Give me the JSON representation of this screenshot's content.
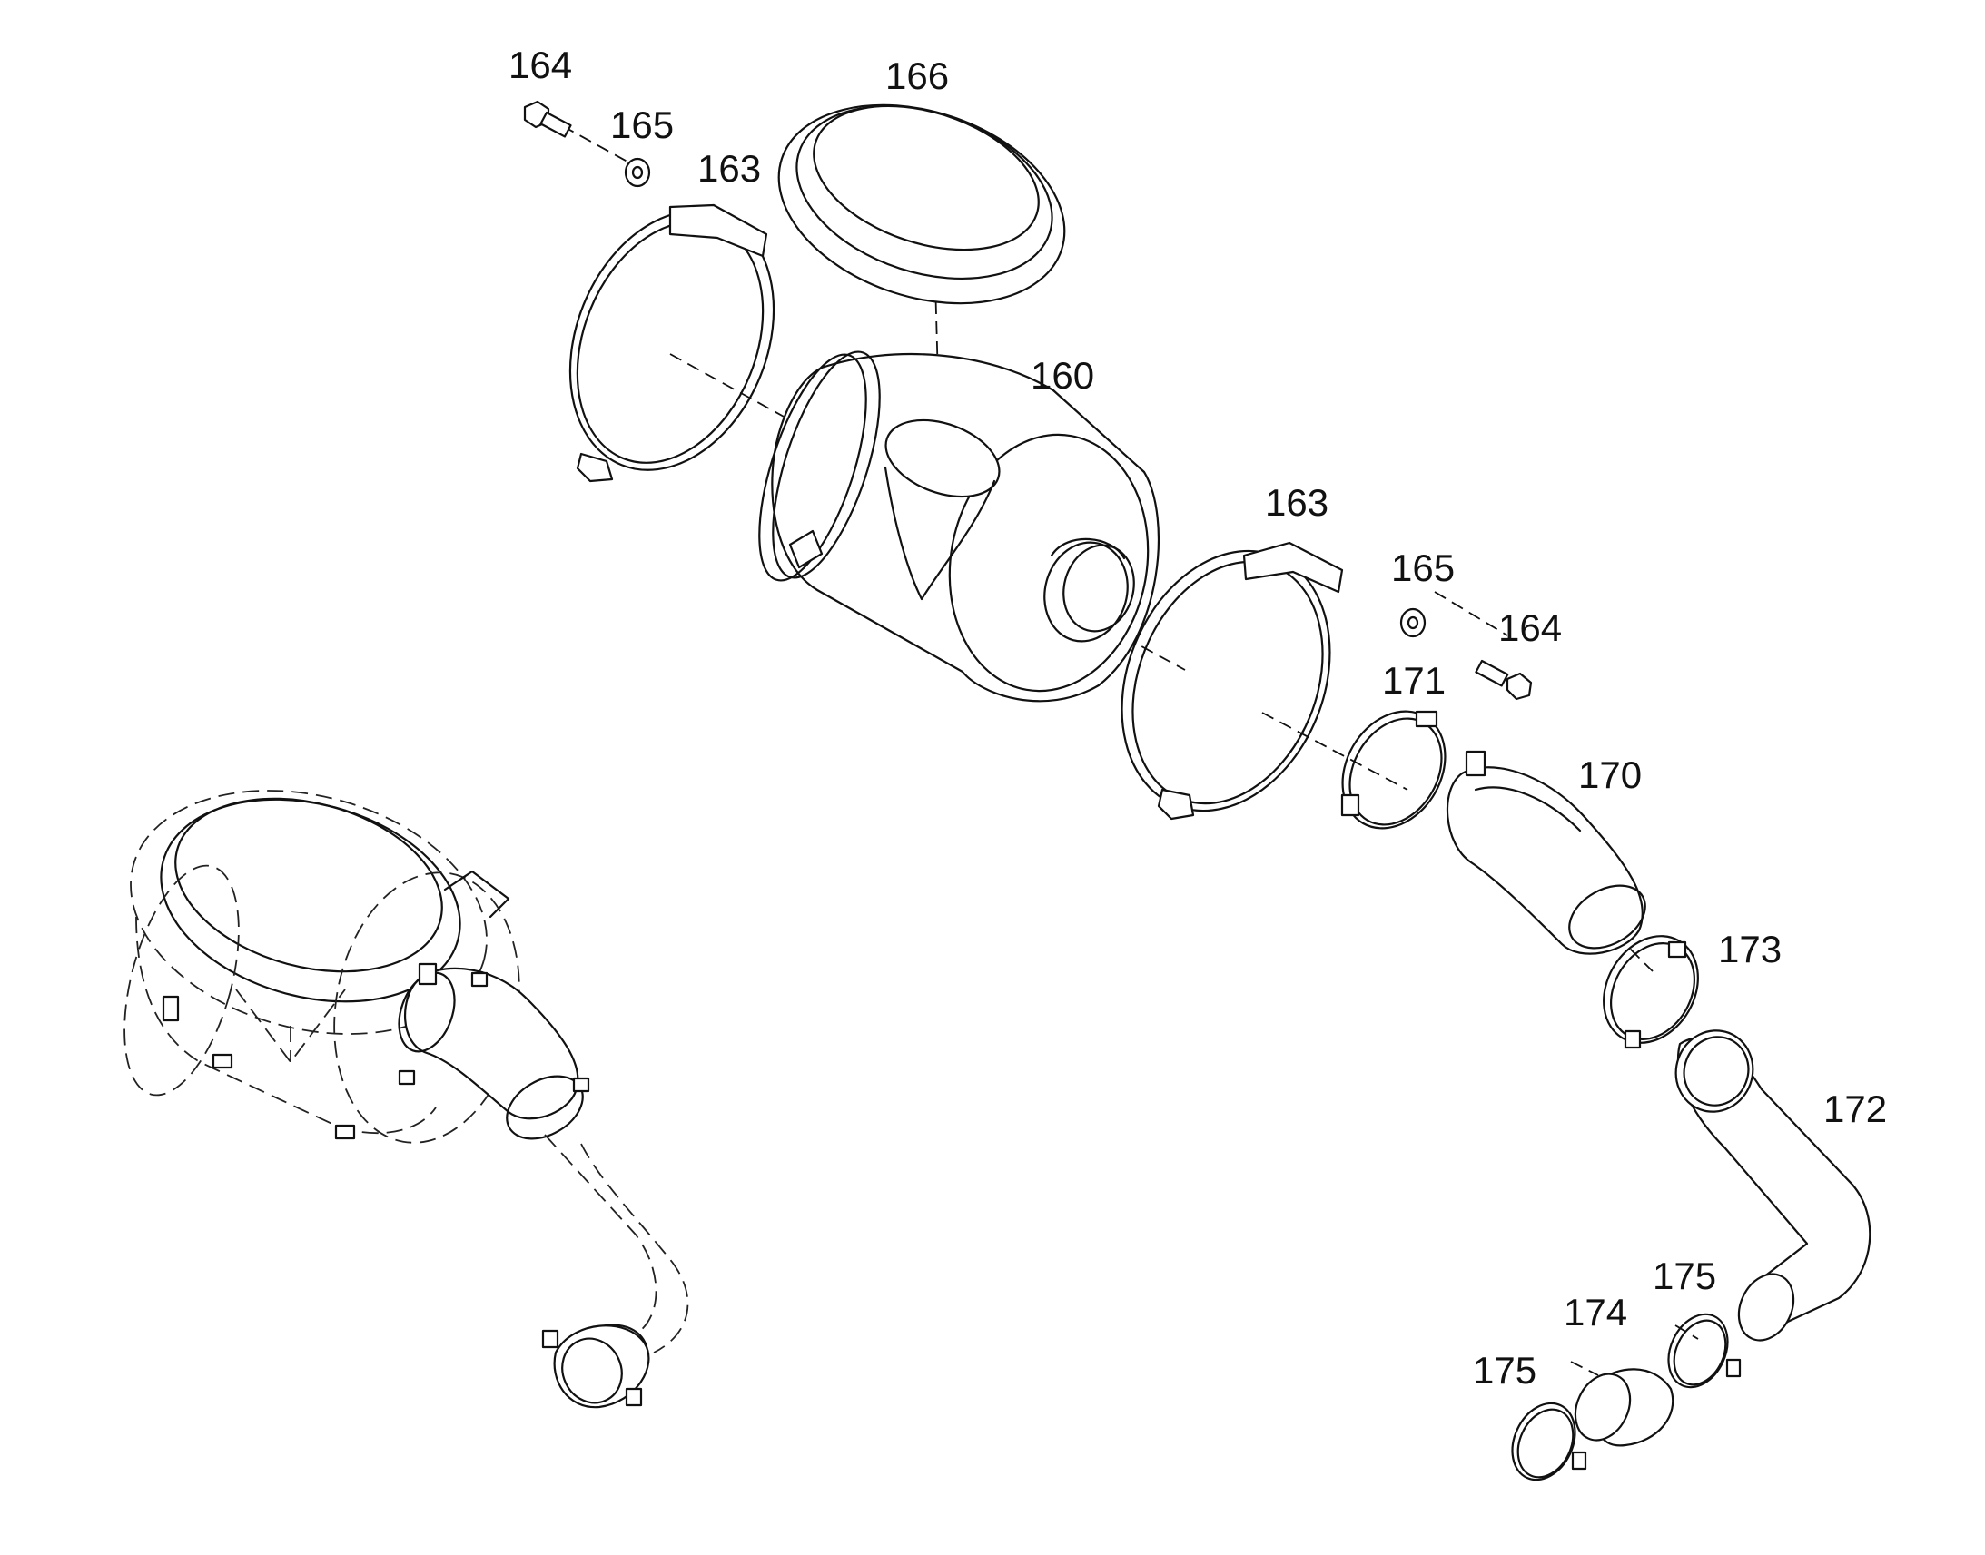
{
  "colors": {
    "line": "#111111",
    "background": "#ffffff"
  },
  "callouts": {
    "c164a": "164",
    "c165a": "165",
    "c163a": "163",
    "c166": "166",
    "c160": "160",
    "c163b": "163",
    "c165b": "165",
    "c164b": "164",
    "c171": "171",
    "c170": "170",
    "c173": "173",
    "c172": "172",
    "c175a": "175",
    "c174": "174",
    "c175b": "175"
  }
}
